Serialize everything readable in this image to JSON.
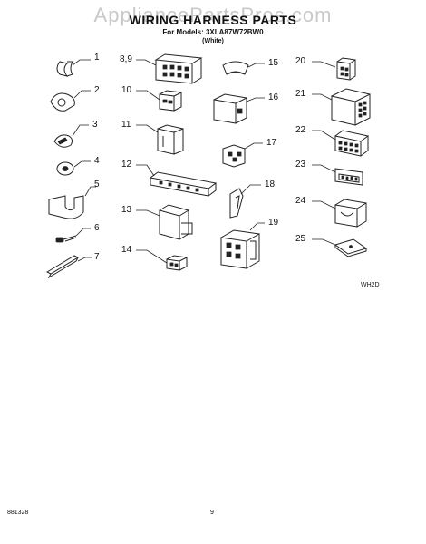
{
  "header": {
    "watermark": "AppliancePartsPros.com",
    "title": "WIRING HARNESS PARTS",
    "models": "For Models: 3XLA87W72BW0",
    "variant": "(White)"
  },
  "callouts": [
    "1",
    "2",
    "3",
    "4",
    "5",
    "6",
    "7",
    "8,9",
    "10",
    "11",
    "12",
    "13",
    "14",
    "15",
    "16",
    "17",
    "18",
    "19",
    "20",
    "21",
    "22",
    "23",
    "24",
    "25"
  ],
  "diagram_code": "WH2D",
  "footer": {
    "doc_number": "881328",
    "page_number": "9"
  }
}
